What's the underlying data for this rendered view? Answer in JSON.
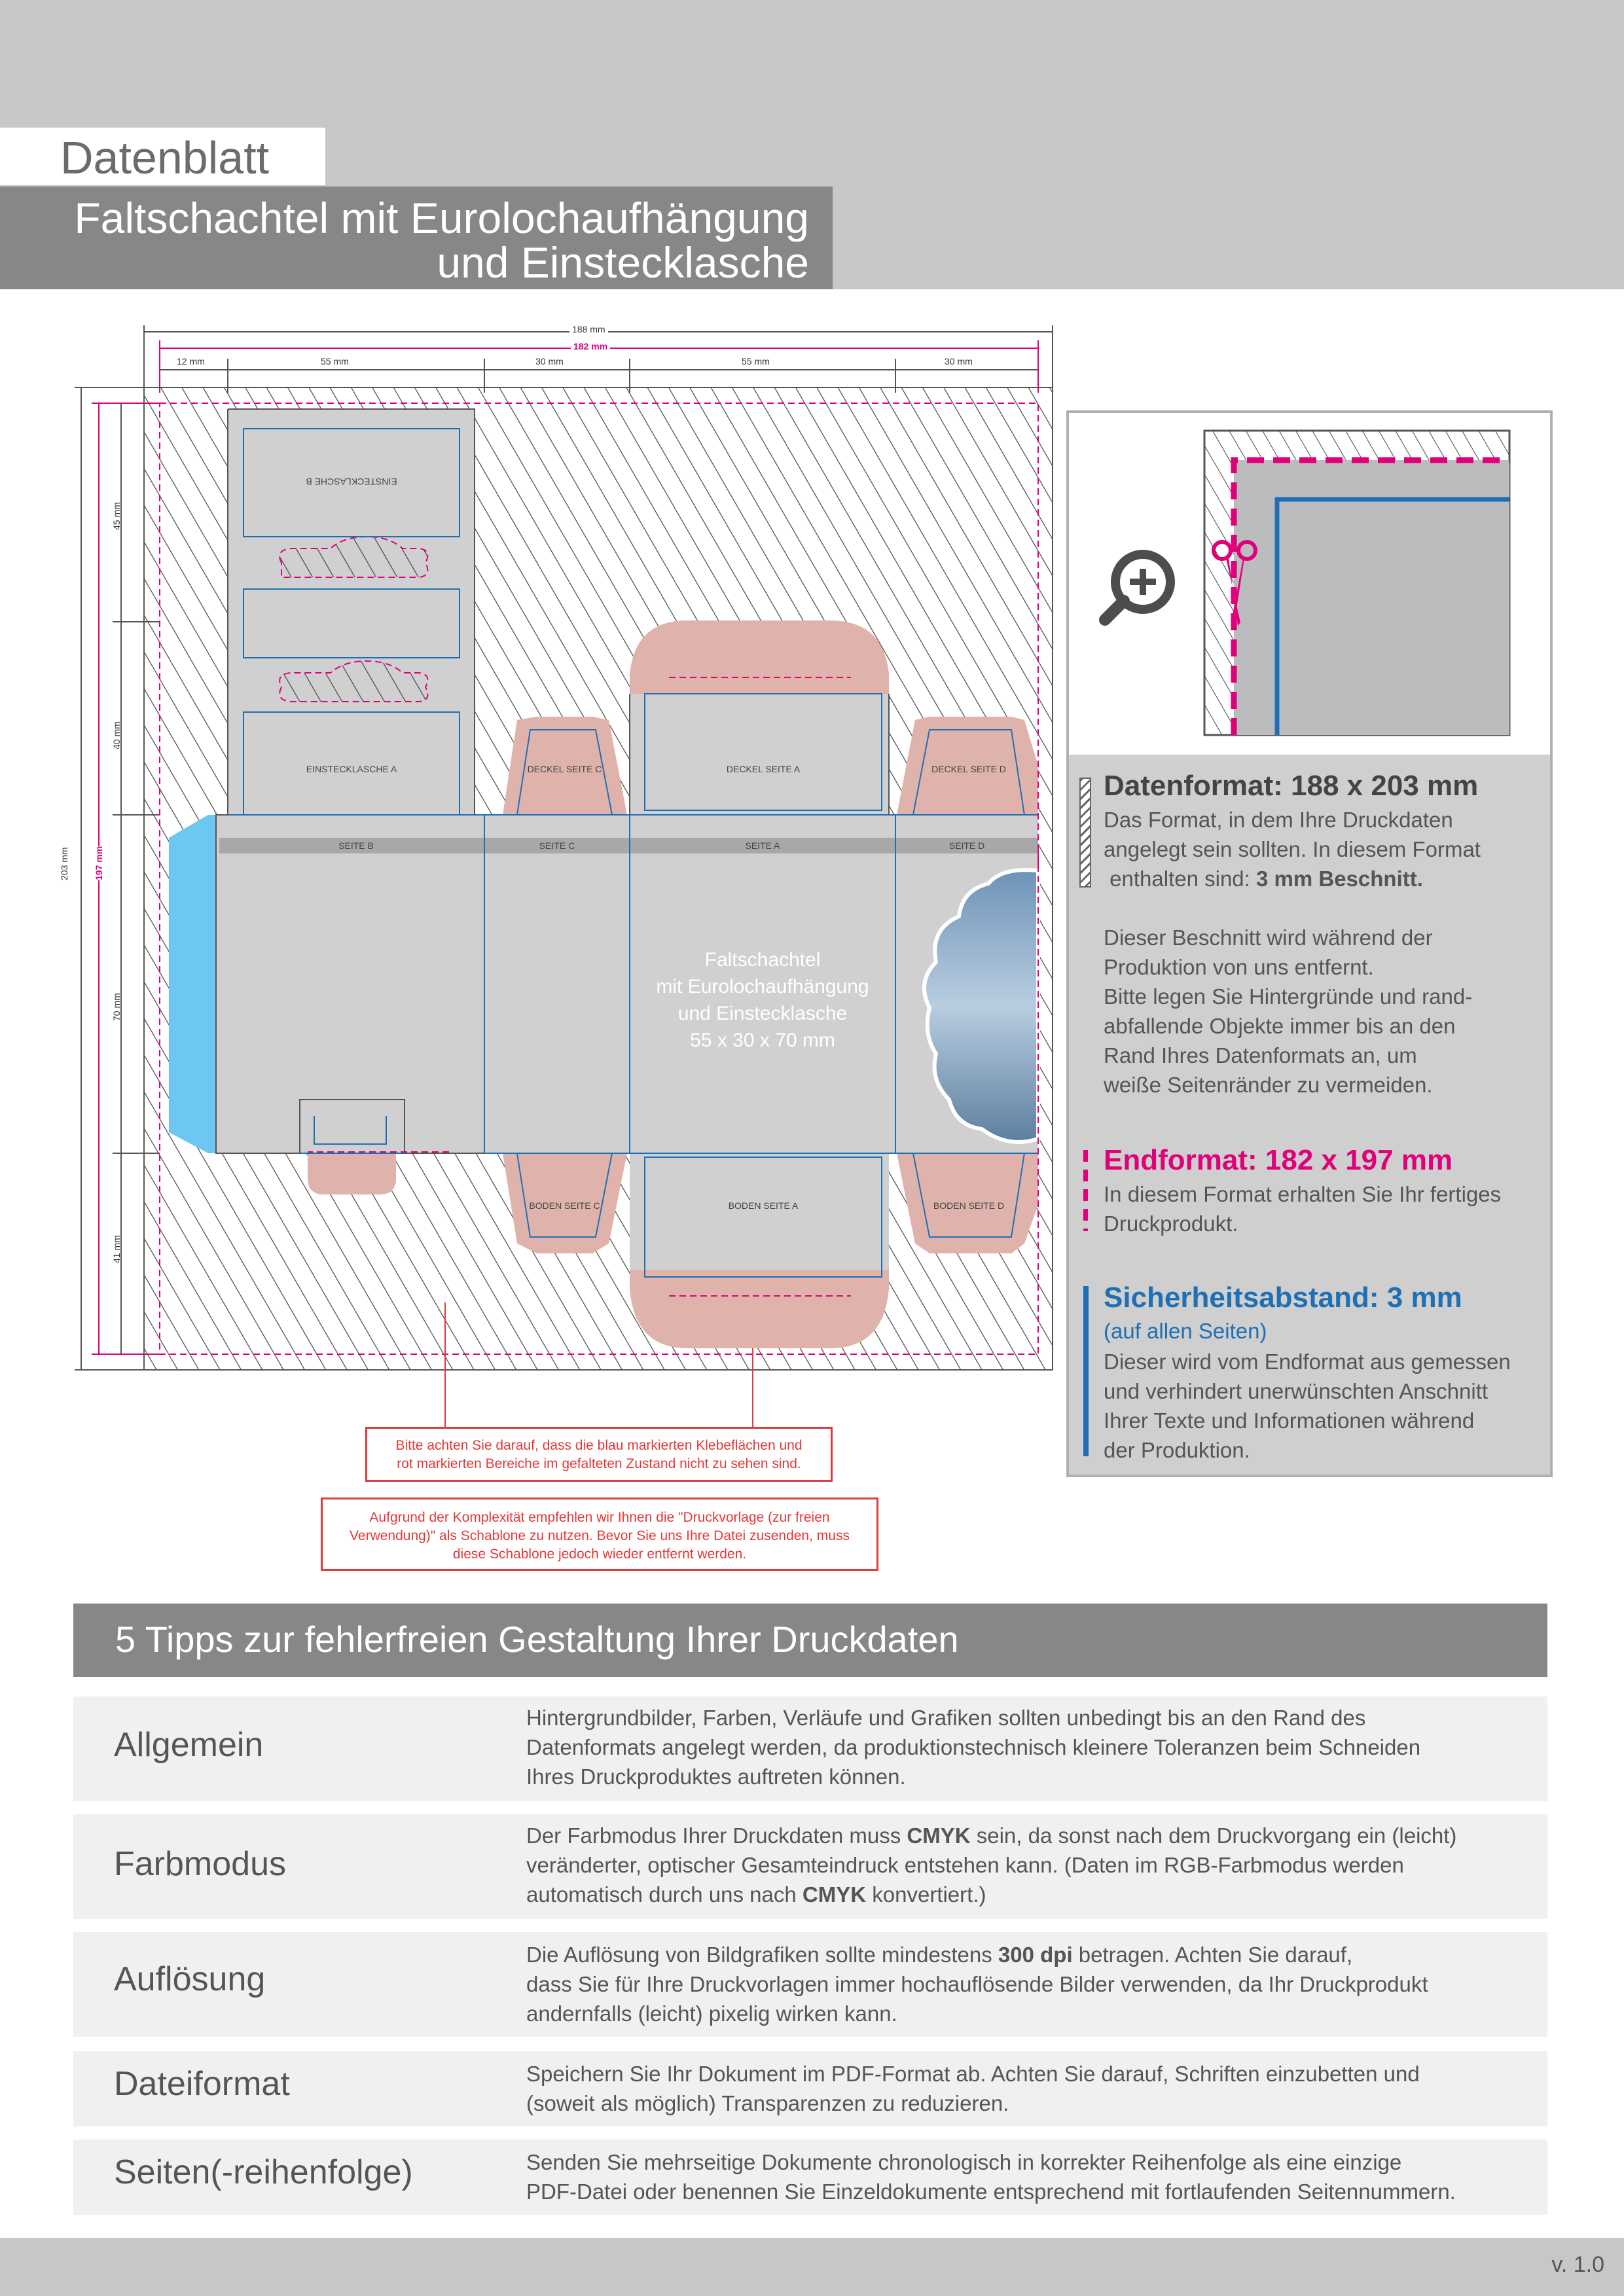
{
  "header": {
    "tag": "Datenblatt",
    "title_line1": "Faltschachtel mit Eurolochaufhängung",
    "title_line2": "und Einstecklasche"
  },
  "diagram": {
    "dims_top": {
      "total": "188 mm",
      "final": "182 mm",
      "seg1": "12 mm",
      "seg2": "55 mm",
      "seg3": "30 mm",
      "seg4": "55 mm",
      "seg5": "30 mm"
    },
    "dims_left": {
      "total": "203 mm",
      "final": "197 mm",
      "seg1": "45 mm",
      "seg2": "40 mm",
      "seg3": "70 mm",
      "seg4": "41 mm"
    },
    "panels": {
      "einstecklasche_b": "EINSTECKLASCHE B",
      "einstecklasche_a": "EINSTECKLASCHE A",
      "deckel_c": "DECKEL SEITE C",
      "deckel_a": "DECKEL SEITE A",
      "deckel_d": "DECKEL SEITE D",
      "seite_b": "SEITE B",
      "seite_c": "SEITE C",
      "seite_a": "SEITE A",
      "seite_d": "SEITE D",
      "boden_c": "BODEN SEITE C",
      "boden_a": "BODEN SEITE A",
      "boden_d": "BODEN SEITE D"
    },
    "center_text": [
      "Faltschachtel",
      "mit Eurolochaufhängung",
      "und Einstecklasche",
      "55 x 30 x 70 mm"
    ],
    "note1": [
      "Bitte achten Sie darauf, dass die blau markierten Klebeflächen und",
      "rot markierten Bereiche im gefalteten Zustand nicht zu sehen sind."
    ],
    "note2": [
      "Aufgrund der Komplexität empfehlen wir Ihnen die \"Druckvorlage (zur freien",
      "Verwendung)\" als Schablone zu nutzen. Bevor Sie uns Ihre Datei zusenden, muss",
      "diese Schablone jedoch wieder entfernt werden."
    ]
  },
  "info": {
    "datenformat_title": "Datenformat: 188 x 203 mm",
    "datenformat_body": [
      "Das Format, in dem Ihre Druckdaten",
      "angelegt sein sollten. In diesem Format"
    ],
    "datenformat_body_last": " enthalten sind: ",
    "datenformat_bold": "3 mm Beschnitt.",
    "beschnitt_body": [
      "Dieser Beschnitt wird während der",
      "Produktion von uns entfernt.",
      "Bitte legen Sie Hintergründe und rand-",
      "abfallende Objekte immer bis an den",
      "Rand Ihres Datenformats an, um",
      "weiße Seitenränder zu vermeiden."
    ],
    "endformat_title": "Endformat: 182 x 197 mm",
    "endformat_body": [
      "In diesem Format erhalten Sie Ihr fertiges",
      "Druckprodukt."
    ],
    "sicherheit_title": "Sicherheitsabstand: 3 mm",
    "sicherheit_sub": "(auf allen Seiten)",
    "sicherheit_body": [
      "Dieser wird vom Endformat aus gemessen",
      "und verhindert unerwünschten Anschnitt",
      "Ihrer Texte und Informationen während",
      "der Produktion."
    ]
  },
  "tips": {
    "header": "5 Tipps zur fehlerfreien Gestaltung Ihrer Druckdaten",
    "allgemein": {
      "label": "Allgemein",
      "lines": [
        "Hintergrundbilder, Farben, Verläufe und Grafiken sollten unbedingt bis an den Rand des",
        "Datenformats angelegt werden, da produktionstechnisch kleinere Toleranzen beim Schneiden",
        "Ihres Druckproduktes auftreten können."
      ]
    },
    "farbmodus": {
      "label": "Farbmodus",
      "l1a": "Der Farbmodus Ihrer Druckdaten muss ",
      "l1b": "CMYK",
      "l1c": " sein, da sonst nach dem Druckvorgang ein (leicht)",
      "l2": "veränderter, optischer Gesamteindruck entstehen kann. (Daten im RGB-Farbmodus werden",
      "l3a": "automatisch durch uns nach ",
      "l3b": "CMYK",
      "l3c": " konvertiert.)"
    },
    "aufloesung": {
      "label": "Auflösung",
      "l1a": "Die Auflösung von Bildgrafiken sollte mindestens ",
      "l1b": "300 dpi",
      "l1c": " betragen. Achten Sie darauf,",
      "l2": "dass Sie für Ihre Druckvorlagen immer hochauflösende Bilder verwenden, da Ihr Druckprodukt",
      "l3": "andernfalls (leicht) pixelig wirken kann."
    },
    "dateiformat": {
      "label": "Dateiformat",
      "lines": [
        "Speichern Sie Ihr Dokument im PDF-Format ab. Achten Sie darauf, Schriften einzubetten und",
        "(soweit als möglich) Transparenzen zu reduzieren."
      ]
    },
    "seiten": {
      "label": "Seiten(-reihenfolge)",
      "lines": [
        "Senden Sie mehrseitige Dokumente chronologisch in korrekter Reihenfolge als eine einzige",
        "PDF-Datei oder benennen Sie Einzeldokumente entsprechend mit fortlaufenden Seitennummern."
      ]
    }
  },
  "footer": {
    "version": "v. 1.0"
  },
  "colors": {
    "pink": "#e0007a",
    "blue": "#1f6fb5",
    "grey_band": "#c7c6c8",
    "title_grey": "#878787",
    "red_note": "#e03a3a",
    "flap_pink": "#dfb3ac",
    "glue_blue": "#6cc8f0"
  }
}
